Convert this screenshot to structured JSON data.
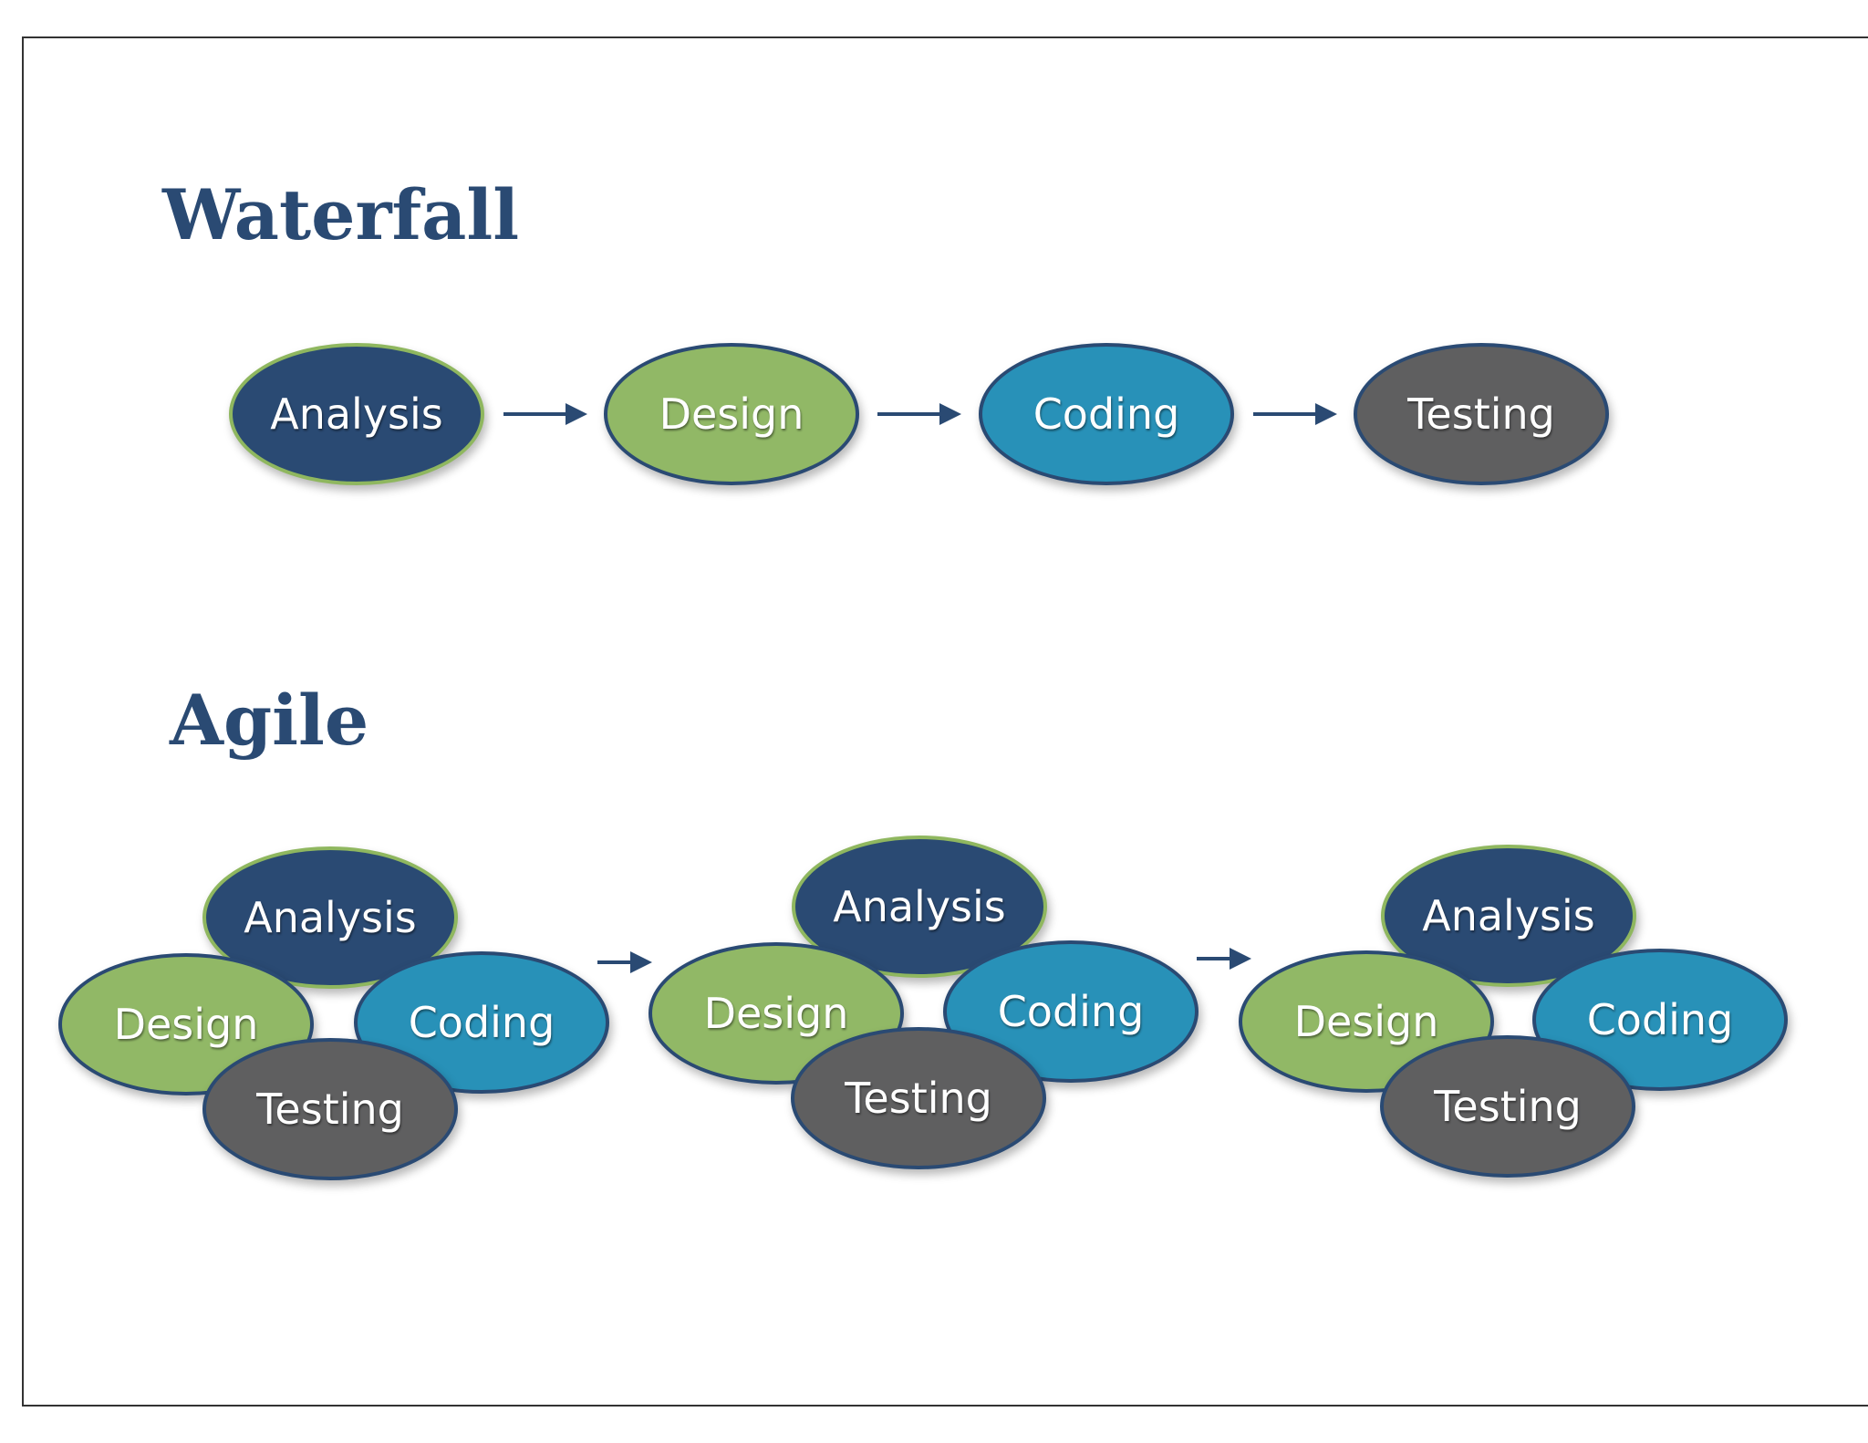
{
  "waterfall": {
    "title": "Waterfall",
    "stages": [
      "Analysis",
      "Design",
      "Coding",
      "Testing"
    ]
  },
  "agile": {
    "title": "Agile",
    "iterations": [
      {
        "analysis": "Analysis",
        "design": "Design",
        "coding": "Coding",
        "testing": "Testing"
      },
      {
        "analysis": "Analysis",
        "design": "Design",
        "coding": "Coding",
        "testing": "Testing"
      },
      {
        "analysis": "Analysis",
        "design": "Design",
        "coding": "Coding",
        "testing": "Testing"
      }
    ]
  },
  "colors": {
    "title": "#2a4a73",
    "analysis": "#2a4a73",
    "design": "#91b866",
    "coding": "#2891b8",
    "testing": "#5f5f60",
    "arrow": "#2a4a73"
  }
}
